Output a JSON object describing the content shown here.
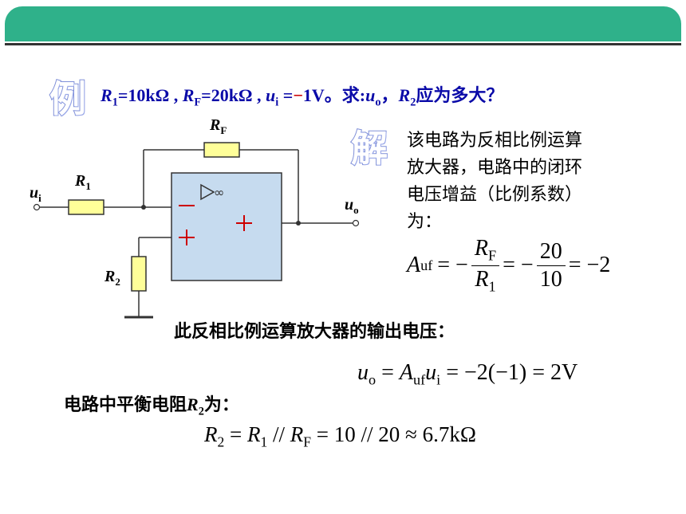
{
  "colors": {
    "header": "#2fb18a",
    "text_blue": "#0a0aa8",
    "red": "#cc0000",
    "opamp_fill": "#c6dbef",
    "resistor_fill": "#ffff99"
  },
  "example": {
    "mark": "例",
    "r1": "R",
    "r1_sub": "1",
    "r1_val": "=10kΩ ,",
    "rf": "R",
    "rf_sub": "F",
    "rf_val": "=20kΩ ,",
    "ui": "u",
    "ui_sub": "i",
    "ui_eq": " =",
    "ui_minus": "−",
    "ui_val": "1V。求:",
    "uo": "u",
    "uo_sub": "o",
    "sep": "，",
    "r2": "R",
    "r2_sub": "2",
    "question": "应为多大？"
  },
  "circuit": {
    "rf_label": "R",
    "rf_label_sub": "F",
    "r1_label": "R",
    "r1_label_sub": "1",
    "r2_label": "R",
    "r2_label_sub": "2",
    "ui_label": "u",
    "ui_label_sub": "i",
    "uo_label": "u",
    "uo_label_sub": "o",
    "opamp_symbol": "▷∞",
    "minus_sign": "−",
    "plus_sign": "+",
    "output_plus": "+"
  },
  "solution": {
    "mark": "解",
    "line1": "该电路为反相比例运算",
    "line2": "放大器，电路中的闭环",
    "line3": "电压增益（比例系数）",
    "line4": "为："
  },
  "gain_eq": {
    "lhs": "A",
    "lhs_sub": "uf",
    "eq1": "= −",
    "num1": "R",
    "num1_sub": "F",
    "den1": "R",
    "den1_sub": "1",
    "eq2": "= −",
    "num2": "20",
    "den2": "10",
    "result": "= −2"
  },
  "output_text": "此反相比例运算放大器的输出电压：",
  "output_eq": {
    "lhs": "u",
    "lhs_sub": "o",
    "eq1": " = ",
    "a": "A",
    "a_sub": "uf",
    "ui": "u",
    "ui_sub": "i",
    "rhs": " = −2(−1) = 2V"
  },
  "balance_text": {
    "prefix": "电路中平衡电阻",
    "r": "R",
    "r_sub": "2",
    "suffix": "为："
  },
  "balance_eq": {
    "r2": "R",
    "r2_sub": "2",
    "eq1": " = ",
    "r1": "R",
    "r1_sub": "1",
    "par": " // ",
    "rf": "R",
    "rf_sub": "F",
    "rhs": " = 10 // 20 ≈ 6.7kΩ"
  }
}
